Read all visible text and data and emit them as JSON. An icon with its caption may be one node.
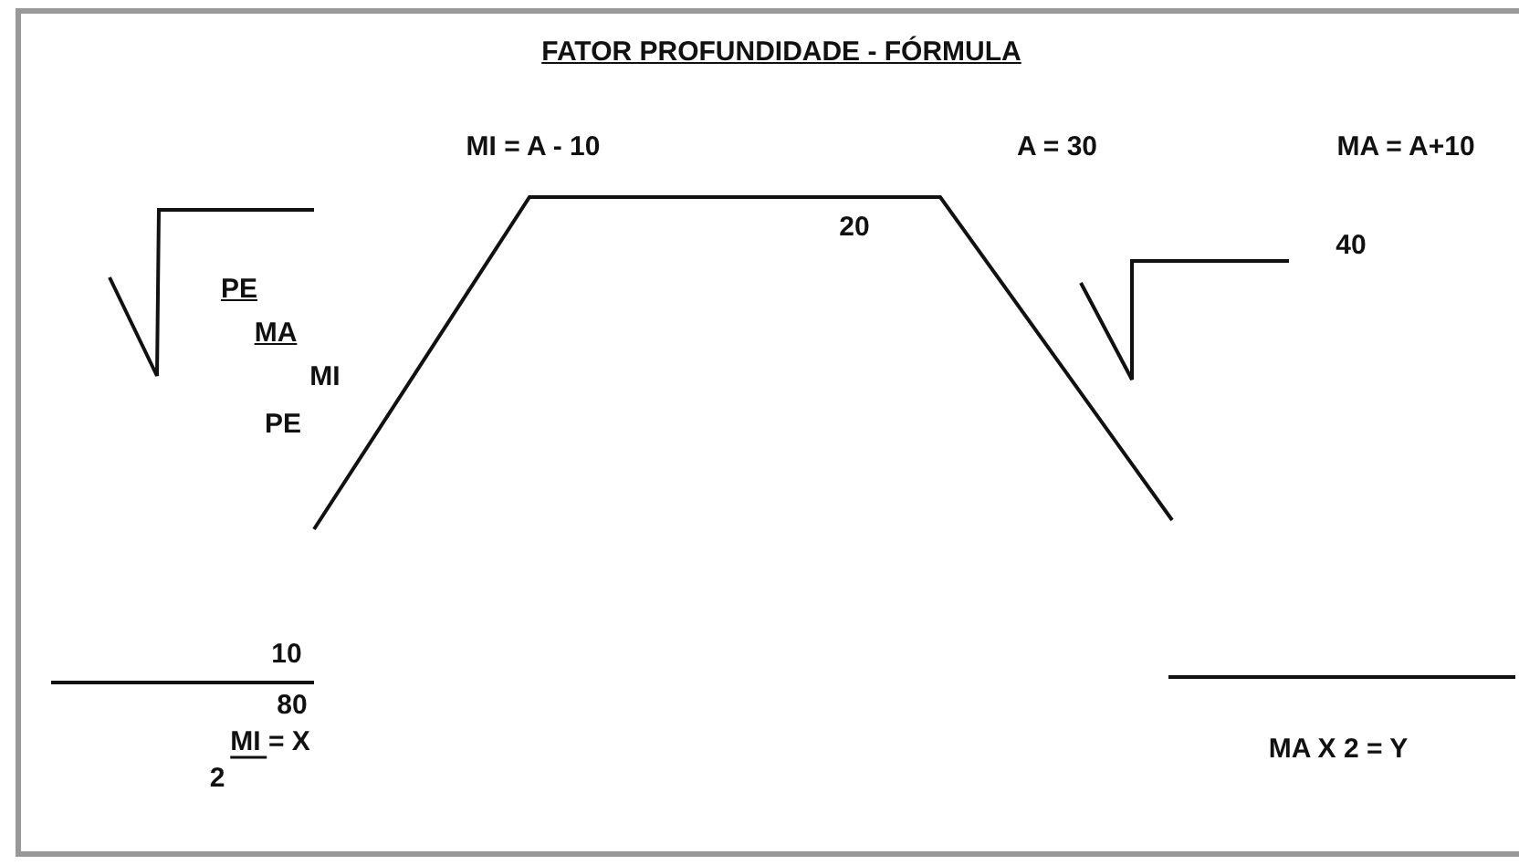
{
  "diagram": {
    "title": "FATOR PROFUNDIDADE - FÓRMULA",
    "labels": [
      "MI = A - 10",
      "A = 30",
      "MA = A+10",
      "20",
      "40",
      "PE",
      "MA",
      "MI",
      "PE",
      "10",
      "80",
      "MI = X",
      "2",
      "MA X 2 = Y"
    ]
  }
}
